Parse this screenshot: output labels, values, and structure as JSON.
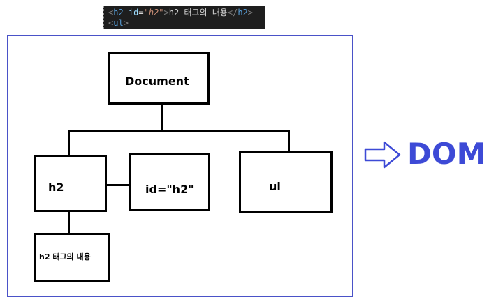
{
  "code": {
    "line1": {
      "open_bracket": "<",
      "tag": "h2",
      "attr_name": " id",
      "equals": "=",
      "attr_value": "\"h2\"",
      "close_bracket": ">",
      "text": "h2 태그의 내용",
      "end_open": "</",
      "end_tag": "h2",
      "end_close": ">"
    },
    "line2": {
      "open_bracket": "<",
      "tag": "ul",
      "close_bracket": ">"
    }
  },
  "diagram": {
    "nodes": {
      "document": "Document",
      "h2": "h2",
      "id_attr": "id=\"h2\"",
      "ul": "ul",
      "h2_text": "h2 태그의 내용"
    }
  },
  "result_label": "DOM",
  "colors": {
    "frame_border": "#4a52c8",
    "accent": "#3d4ad6",
    "node_border": "#000000"
  },
  "icons": {
    "arrow": "right-arrow-outline-icon"
  }
}
